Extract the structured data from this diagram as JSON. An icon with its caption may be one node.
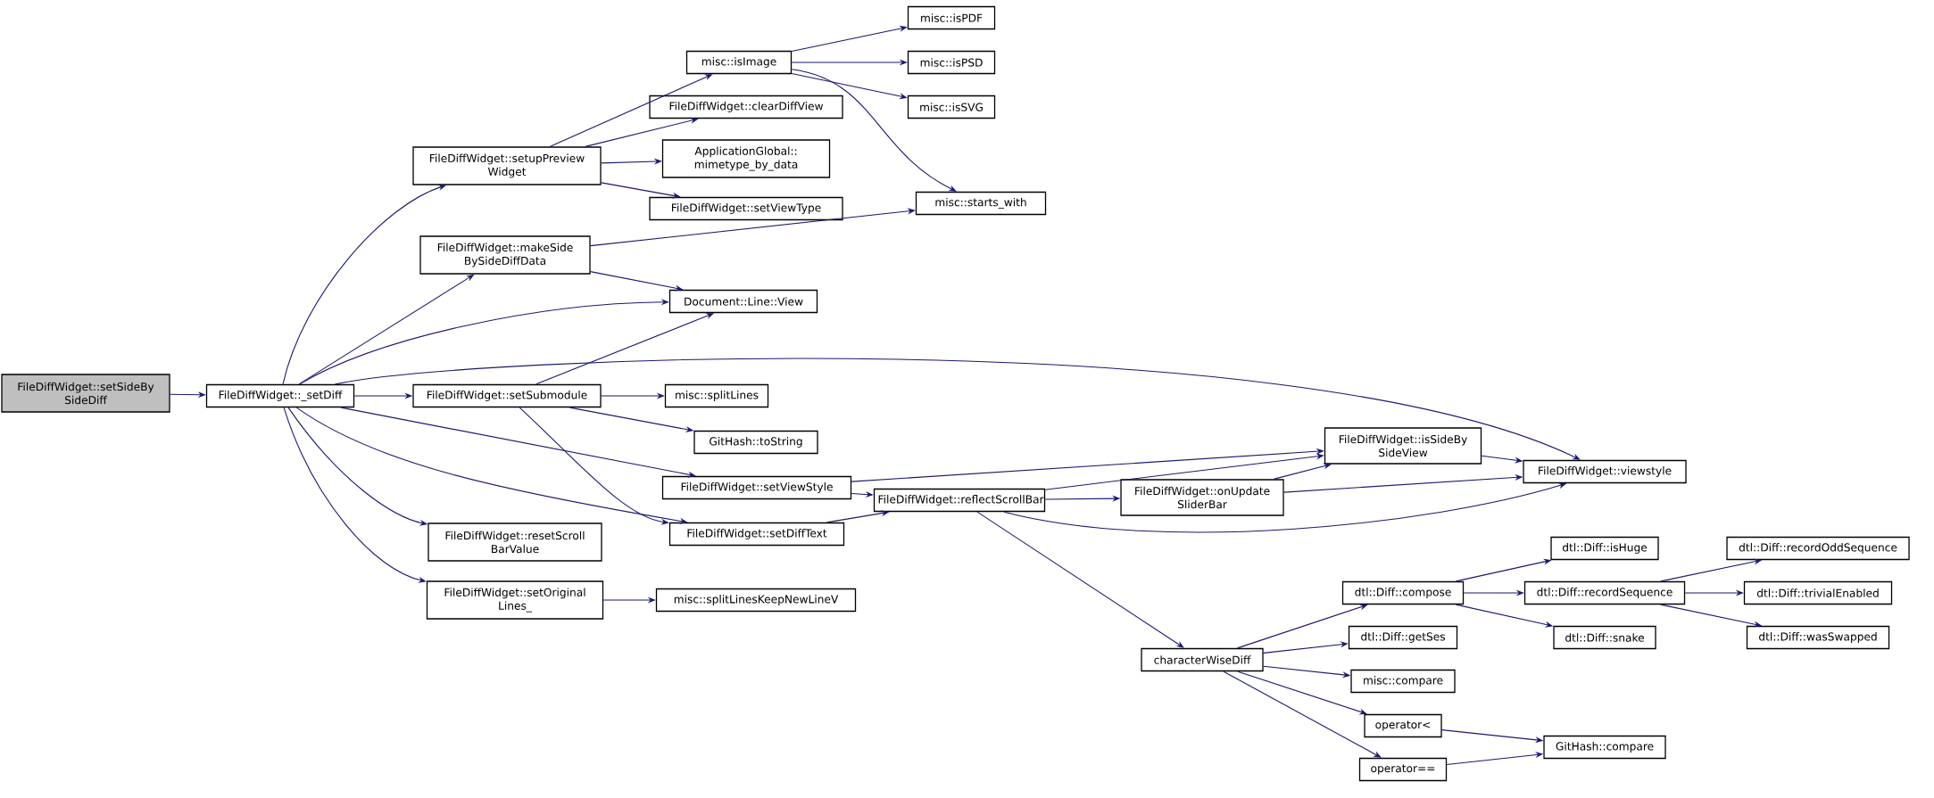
{
  "diagram": {
    "nodes": [
      {
        "text": [
          "FileDiffWidget::setSideBy SideDiff"
        ]
      },
      {
        "text": [
          "FileDiffWidget::_setDiff"
        ]
      },
      {
        "text": [
          "FileDiffWidget::setupPreview Widget"
        ]
      },
      {
        "text": [
          "misc::isImage"
        ]
      },
      {
        "text": [
          "misc::isPDF"
        ]
      },
      {
        "text": [
          "misc::isPSD"
        ]
      },
      {
        "text": [
          "misc::isSVG"
        ]
      },
      {
        "text": [
          "FileDiffWidget::clearDiffView"
        ]
      },
      {
        "text": [
          "ApplicationGlobal:: mimetype_by_data"
        ]
      },
      {
        "text": [
          "FileDiffWidget::setViewType"
        ]
      },
      {
        "text": [
          "misc::starts_with"
        ]
      },
      {
        "text": [
          "FileDiffWidget::makeSide BySideDiffData"
        ]
      },
      {
        "text": [
          "Document::Line::View"
        ]
      },
      {
        "text": [
          "FileDiffWidget::setSubmodule"
        ]
      },
      {
        "text": [
          "misc::splitLines"
        ]
      },
      {
        "text": [
          "GitHash::toString"
        ]
      },
      {
        "text": [
          "FileDiffWidget::setViewStyle"
        ]
      },
      {
        "text": [
          "FileDiffWidget::setDiffText"
        ]
      },
      {
        "text": [
          "FileDiffWidget::resetScroll BarValue"
        ]
      },
      {
        "text": [
          "FileDiffWidget::setOriginal Lines_"
        ]
      },
      {
        "text": [
          "misc::splitLinesKeepNewLineV"
        ]
      },
      {
        "text": [
          "FileDiffWidget::isSideBy SideView"
        ]
      },
      {
        "text": [
          "FileDiffWidget::viewstyle"
        ]
      },
      {
        "text": [
          "FileDiffWidget::reflectScrollBar"
        ]
      },
      {
        "text": [
          "FileDiffWidget::onUpdate SliderBar"
        ]
      },
      {
        "text": [
          "characterWiseDiff"
        ]
      },
      {
        "text": [
          "dtl::Diff::compose"
        ]
      },
      {
        "text": [
          "dtl::Diff::getSes"
        ]
      },
      {
        "text": [
          "misc::compare"
        ]
      },
      {
        "text": [
          "operator<"
        ]
      },
      {
        "text": [
          "operator=="
        ]
      },
      {
        "text": [
          "dtl::Diff::isHuge"
        ]
      },
      {
        "text": [
          "dtl::Diff::recordSequence"
        ]
      },
      {
        "text": [
          "dtl::Diff::snake"
        ]
      },
      {
        "text": [
          "GitHash::compare"
        ]
      },
      {
        "text": [
          "dtl::Diff::recordOddSequence"
        ]
      },
      {
        "text": [
          "dtl::Diff::trivialEnabled"
        ]
      },
      {
        "text": [
          "dtl::Diff::wasSwapped"
        ]
      }
    ],
    "edges": [
      {
        "from": 0,
        "to": 1,
        "arrow": "to"
      },
      {
        "from": 1,
        "to": 2,
        "arrow": "to"
      },
      {
        "from": 1,
        "to": 11,
        "arrow": "to"
      },
      {
        "from": 1,
        "to": 12,
        "arrow": "to"
      },
      {
        "from": 1,
        "to": 22,
        "arrow": "to"
      },
      {
        "from": 1,
        "to": 13,
        "arrow": "to"
      },
      {
        "from": 1,
        "to": 16,
        "arrow": "to"
      },
      {
        "from": 1,
        "to": 17,
        "arrow": "to"
      },
      {
        "from": 1,
        "to": 18,
        "arrow": "to"
      },
      {
        "from": 1,
        "to": 19,
        "arrow": "to"
      },
      {
        "from": 2,
        "to": 3,
        "arrow": "to"
      },
      {
        "from": 2,
        "to": 7,
        "arrow": "to"
      },
      {
        "from": 2,
        "to": 8,
        "arrow": "to"
      },
      {
        "from": 2,
        "to": 9,
        "arrow": "to"
      },
      {
        "from": 3,
        "to": 4,
        "arrow": "to"
      },
      {
        "from": 3,
        "to": 5,
        "arrow": "to"
      },
      {
        "from": 3,
        "to": 6,
        "arrow": "to"
      },
      {
        "from": 3,
        "to": 10,
        "arrow": "to"
      },
      {
        "from": 11,
        "to": 10,
        "arrow": "to"
      },
      {
        "from": 11,
        "to": 12,
        "arrow": "to"
      },
      {
        "from": 13,
        "to": 12,
        "arrow": "to"
      },
      {
        "from": 13,
        "to": 14,
        "arrow": "to"
      },
      {
        "from": 13,
        "to": 15,
        "arrow": "to"
      },
      {
        "from": 13,
        "to": 17,
        "arrow": "to"
      },
      {
        "from": 16,
        "to": 21,
        "arrow": "to"
      },
      {
        "from": 16,
        "to": 23,
        "arrow": "to"
      },
      {
        "from": 17,
        "to": 23,
        "arrow": "to"
      },
      {
        "from": 19,
        "to": 20,
        "arrow": "to"
      },
      {
        "from": 23,
        "to": 21,
        "arrow": "to"
      },
      {
        "from": 23,
        "to": 24,
        "arrow": "to"
      },
      {
        "from": 23,
        "to": 22,
        "arrow": "to"
      },
      {
        "from": 23,
        "to": 25,
        "arrow": "to"
      },
      {
        "from": 24,
        "to": 21,
        "arrow": "to"
      },
      {
        "from": 24,
        "to": 22,
        "arrow": "to"
      },
      {
        "from": 21,
        "to": 22,
        "arrow": "to"
      },
      {
        "from": 25,
        "to": 26,
        "arrow": "to"
      },
      {
        "from": 25,
        "to": 27,
        "arrow": "to"
      },
      {
        "from": 25,
        "to": 28,
        "arrow": "to"
      },
      {
        "from": 25,
        "to": 29,
        "arrow": "to"
      },
      {
        "from": 25,
        "to": 30,
        "arrow": "to"
      },
      {
        "from": 26,
        "to": 31,
        "arrow": "to"
      },
      {
        "from": 26,
        "to": 32,
        "arrow": "to"
      },
      {
        "from": 26,
        "to": 33,
        "arrow": "to"
      },
      {
        "from": 32,
        "to": 35,
        "arrow": "to"
      },
      {
        "from": 32,
        "to": 36,
        "arrow": "to"
      },
      {
        "from": 32,
        "to": 37,
        "arrow": "to"
      },
      {
        "from": 29,
        "to": 34,
        "arrow": "to"
      },
      {
        "from": 30,
        "to": 34,
        "arrow": "to"
      }
    ]
  }
}
